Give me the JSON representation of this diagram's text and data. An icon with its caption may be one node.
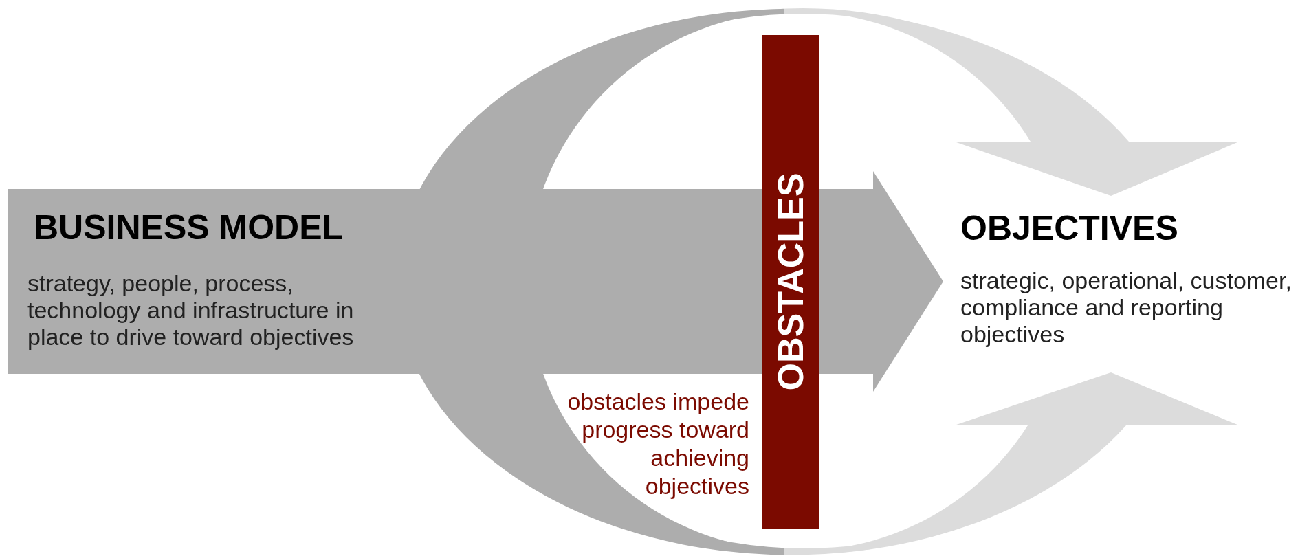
{
  "diagram": {
    "nodes": [
      {
        "text": [
          "BUSINESS MODEL",
          "strategy, people, process, technology and infrastructure in place to drive toward objectives"
        ]
      },
      {
        "text": [
          "OBSTACLES"
        ],
        "beside": [
          "obstacles impede progress toward achieving objectives"
        ]
      },
      {
        "text": [
          "OBJECTIVES",
          "strategic, operational, customer, compliance and reporting objectives"
        ]
      }
    ],
    "edges": [
      {
        "from": 0,
        "to": 2,
        "arrow": "to"
      },
      {
        "from": 0,
        "to": 2,
        "arrow": "to"
      },
      {
        "from": 0,
        "to": 2,
        "arrow": "to"
      }
    ]
  }
}
